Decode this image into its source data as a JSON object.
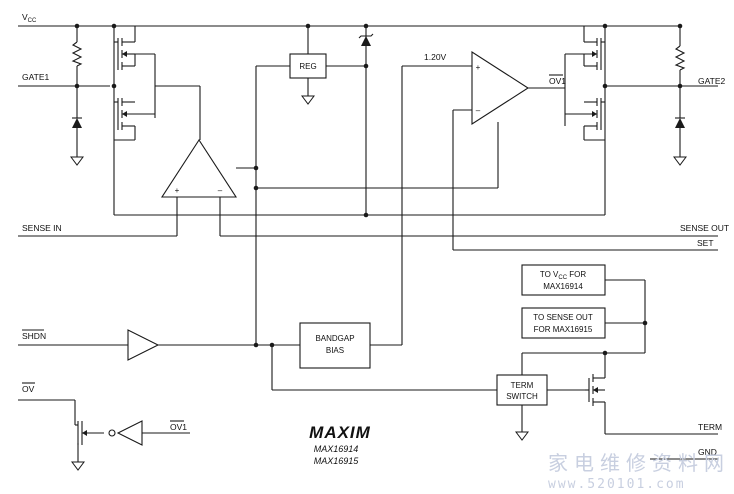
{
  "pins": {
    "vcc": "V",
    "vcc_sub": "CC",
    "gate1": "GATE1",
    "gate2": "GATE2",
    "sense_in": "SENSE IN",
    "sense_out": "SENSE OUT",
    "set": "SET",
    "shdn": "SHDN",
    "ov": "OV",
    "ov1_left": "OV1",
    "ov1_right": "OV1",
    "term": "TERM",
    "gnd": "GND"
  },
  "blocks": {
    "reg": "REG",
    "ref_voltage": "1.20V",
    "comp_plus": "+",
    "comp_minus": "–",
    "amp_plus": "+",
    "amp_minus": "–",
    "bandgap_line1": "BANDGAP",
    "bandgap_line2": "BIAS",
    "term_switch_line1": "TERM",
    "term_switch_line2": "SWITCH",
    "to_vcc_line1": "TO V",
    "to_vcc_sub": "CC",
    "to_vcc_line1_end": " FOR",
    "to_vcc_line2": "MAX16914",
    "to_sense_line1": "TO SENSE OUT",
    "to_sense_line2": "FOR MAX16915"
  },
  "branding": {
    "logo": "MAXIM",
    "part1": "MAX16914",
    "part2": "MAX16915",
    "watermark_cn": "家电维修资料网",
    "watermark_url": "www.520101.com"
  }
}
